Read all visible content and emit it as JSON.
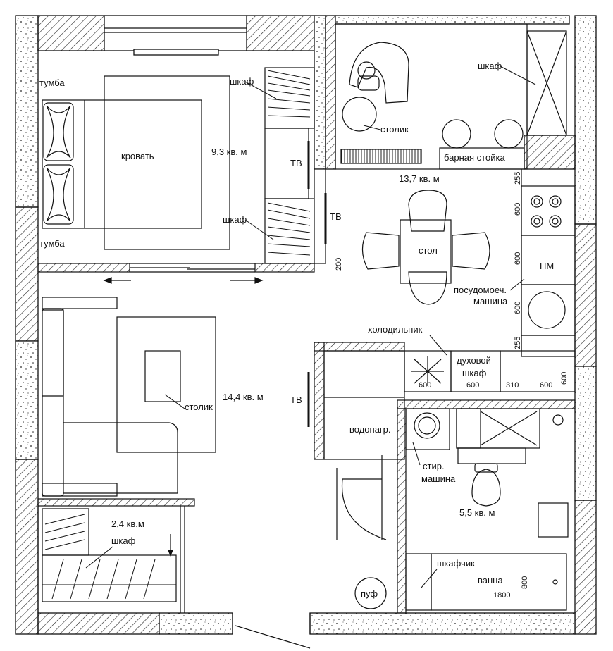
{
  "rooms": {
    "bedroom": {
      "area": "9,3 кв. м"
    },
    "kitchen": {
      "area": "13,7 кв. м"
    },
    "living": {
      "area": "14,4 кв. м"
    },
    "wardrobe": {
      "area": "2,4 кв.м"
    },
    "bathroom": {
      "area": "5,5 кв. м"
    }
  },
  "furniture": {
    "bed": "кровать",
    "nightstand_top": "тумба",
    "nightstand_bottom": "тумба",
    "closet_bedroom_top": "шкаф",
    "closet_bedroom_bottom": "шкаф",
    "tv_bedroom": "ТВ",
    "tv_kitchen": "ТВ",
    "tv_living": "ТВ",
    "closet_balcony": "шкаф",
    "side_table_balcony": "столик",
    "bar_counter": "барная стойка",
    "dining_table": "стол",
    "dishwasher": "ПМ",
    "dishwasher_label_1": "посудомоеч.",
    "dishwasher_label_2": "машина",
    "fridge": "холодильник",
    "oven_1": "духовой",
    "oven_2": "шкаф",
    "coffee_table": "столик",
    "water_heater": "водонагр.",
    "washer_1": "стир.",
    "washer_2": "машина",
    "wardrobe_closet": "шкаф",
    "pouf": "пуф",
    "cabinet": "шкафчик",
    "bath": "ванна",
    "bath_len": "1800",
    "bath_w": "800"
  },
  "dimensions": {
    "d255_top": "255",
    "d600_a": "600",
    "d600_b": "600",
    "d600_c": "600",
    "d255_bot": "255",
    "d200": "200",
    "row": [
      "600",
      "600",
      "310",
      "600"
    ],
    "d600_side": "600"
  }
}
